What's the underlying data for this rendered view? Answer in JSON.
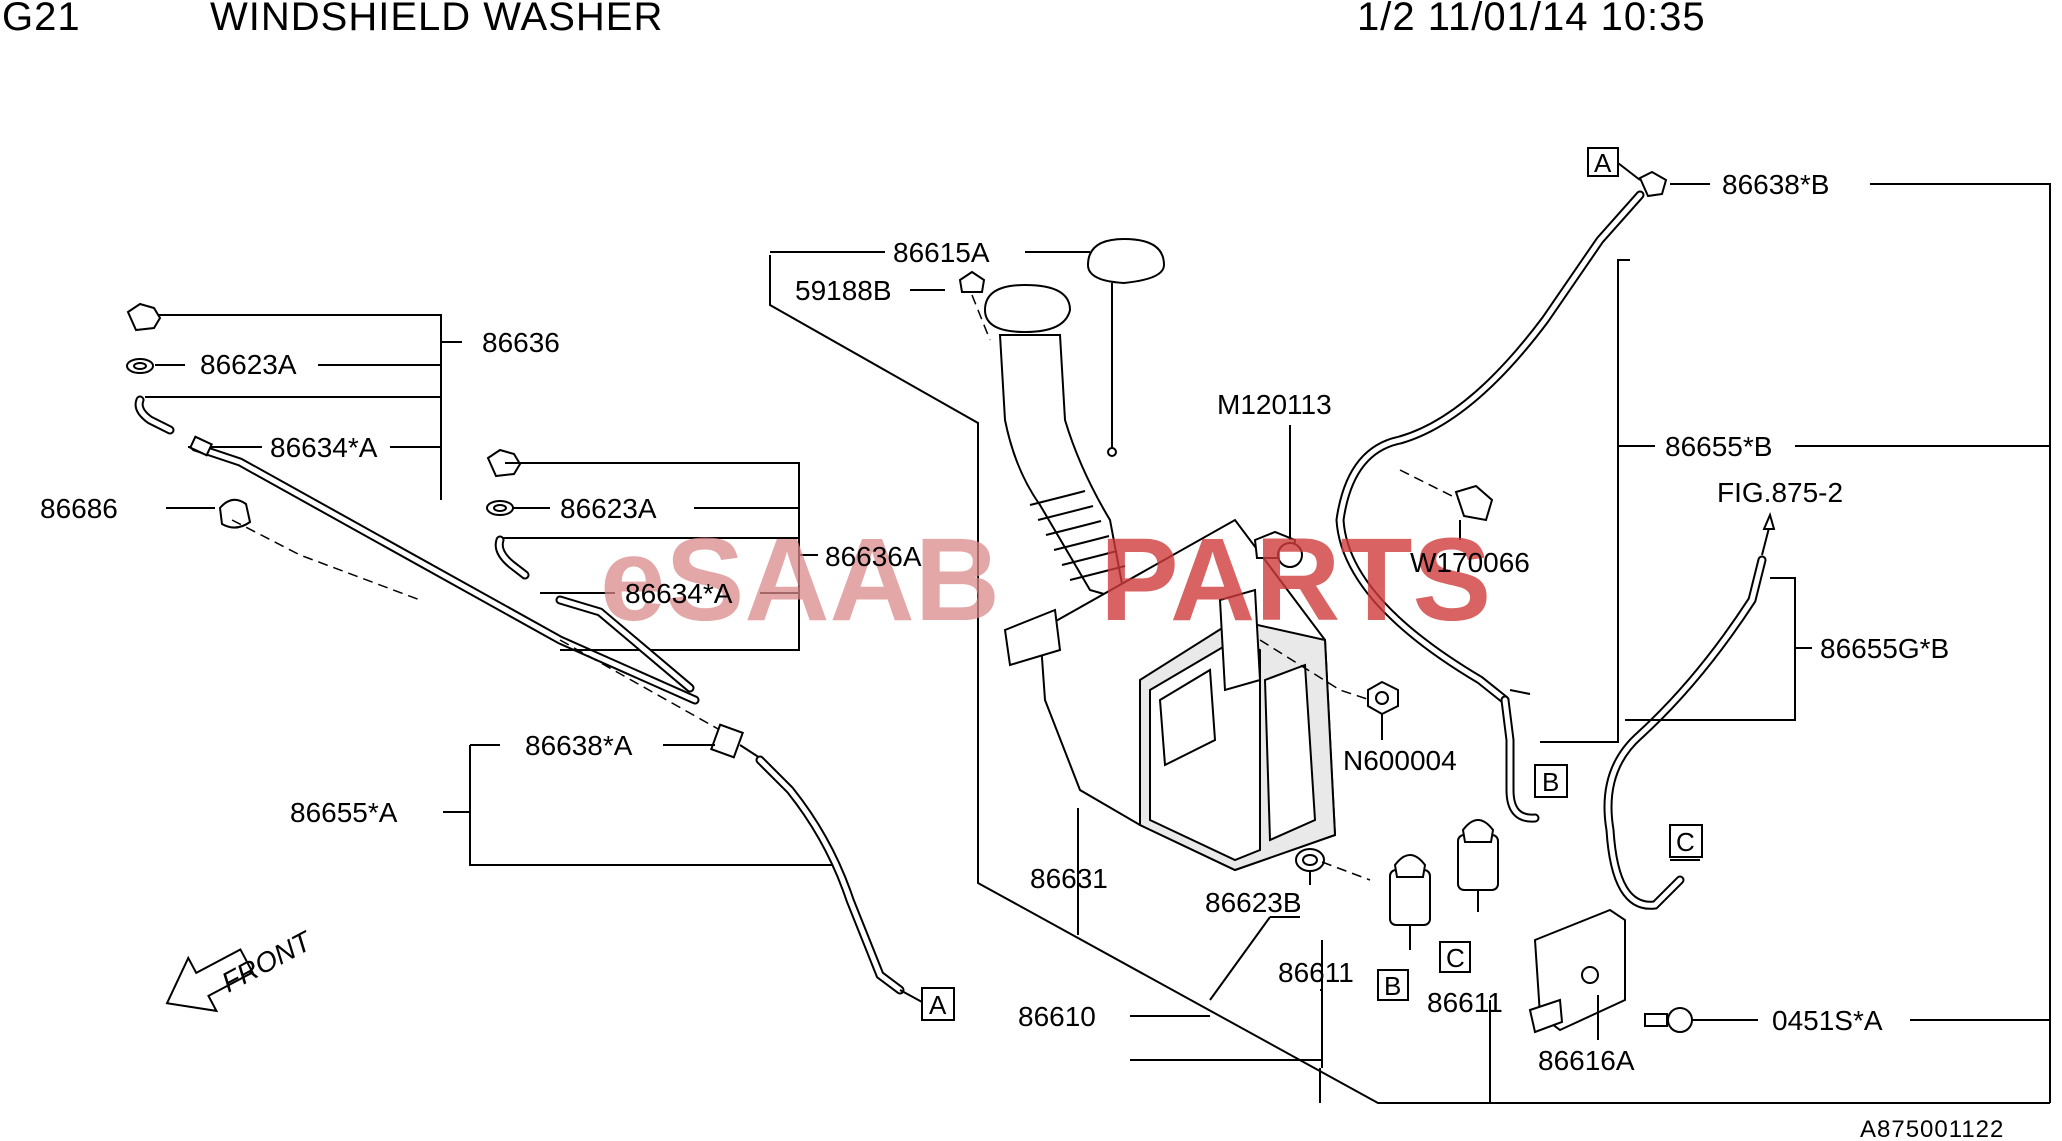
{
  "header": {
    "code": "G21",
    "title": "WINDSHIELD WASHER",
    "page_info": "1/2 11/01/14 10:35"
  },
  "watermark": {
    "part1": "eSAAB",
    "part2": "PARTS"
  },
  "labels": {
    "p86636": "86636",
    "p86623A_1": "86623A",
    "p86634A_1": "86634*A",
    "p86686": "86686",
    "p86623A_2": "86623A",
    "p86636A": "86636A",
    "p86634A_2": "86634*A",
    "p86638A": "86638*A",
    "p86655A": "86655*A",
    "p86615A": "86615A",
    "p59188B": "59188B",
    "pM120113": "M120113",
    "pW170066": "W170066",
    "pN600004": "N600004",
    "p86631": "86631",
    "p86623B": "86623B",
    "p86610": "86610",
    "p86611_1": "86611",
    "p86611_2": "86611",
    "p86638B": "86638*B",
    "p86655B": "86655*B",
    "pFIG": "FIG.875-2",
    "p86655GB": "86655G*B",
    "p0451SA": "0451S*A",
    "p86616A": "86616A"
  },
  "connector_boxes": {
    "a_top": "A",
    "a_bottom": "A",
    "b_right": "B",
    "b_bottom": "B",
    "c_right": "C",
    "c_bottom": "C"
  },
  "front_label": "FRONT",
  "reference_code": "A875001122"
}
